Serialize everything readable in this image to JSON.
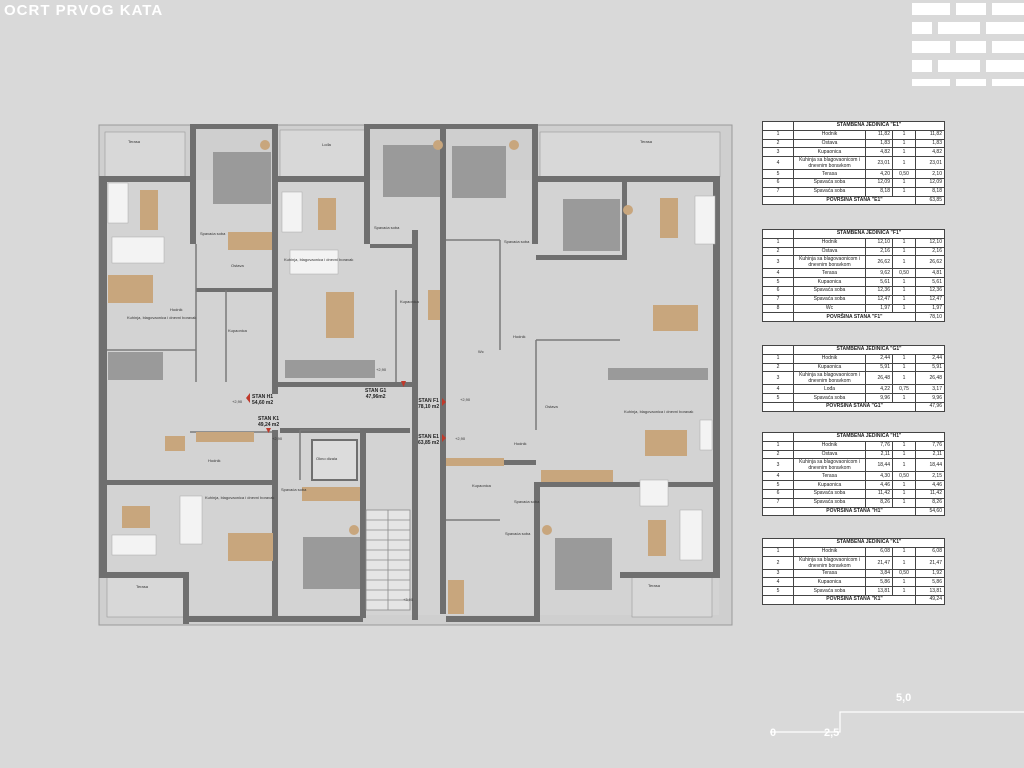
{
  "title": "OCRT PRVOG KATA",
  "colors": {
    "background": "#d9d9d9",
    "wall": "#6f6f6f",
    "floor": "#c9c9c9",
    "wood": "#c8a67d",
    "accent": "#c0392b"
  },
  "scale": {
    "zero": "0",
    "mid": "2,5",
    "max": "5,0"
  },
  "units": [
    {
      "name": "STAN H1",
      "area": "54,60 m2"
    },
    {
      "name": "STAN K1",
      "area": "49,24 m2"
    },
    {
      "name": "STAN G1",
      "area": "47,96m2"
    },
    {
      "name": "STAN F1",
      "area": "78,10 m2"
    },
    {
      "name": "STAN E1",
      "area": "63,85 m2"
    }
  ],
  "room_labels": {
    "terasa_e1": "Terasa",
    "spavaca_k1": "Spavaća soba",
    "loda": "Lođa",
    "spavaca_g1": "Spavaća soba",
    "spavaca_f1": "Spavaća soba",
    "terasa_f1": "Terasa",
    "ostava_k1": "Ostava",
    "kuhinja_g1": "Kuhinja, blagovaonica i dnevni boravak",
    "kupaonica_g1": "Kupaonica",
    "hodnik_h1": "Hodnik",
    "kuhinja_h1": "Kuhinja, blagovaonica i dnevni boravak",
    "kupaonica_k1": "Kupaonica",
    "hodnik_g1": "Hodnik",
    "wc": "Wc",
    "ostava_f1": "Ostava",
    "kuhinja_f1": "Kuhinja, blagovaonica i dnevni boravak",
    "hodnik_k1": "Hodnik",
    "kuhinja_k1": "Kuhinja, blagovaonica i dnevni boravak",
    "spavaca_h1": "Spavaća soba",
    "hodnik_e1": "Hodnik",
    "kupaonica_e1": "Kupaonica",
    "spavaca_e1": "Spavaća soba",
    "terasa_k1": "Terasa",
    "terasa_e1b": "Terasa",
    "okno": "Okno dizala",
    "spavaca_e1b": "Spavaća soba",
    "level_a": "+2,90",
    "level_b": "+2,90",
    "level_c": "+2,90",
    "level_d": "+2,90",
    "level_e": "+2,90",
    "level_f": "+3,90"
  },
  "tables": [
    {
      "header": "STAMBENA JEDINICA \"E1\"",
      "rows": [
        [
          "1",
          "Hodnik",
          "11,82",
          "1",
          "11,82"
        ],
        [
          "2",
          "Ostava",
          "1,83",
          "1",
          "1,83"
        ],
        [
          "3",
          "Kupaonica",
          "4,82",
          "1",
          "4,82"
        ],
        [
          "4",
          "Kuhinja sa blagovaonicom i dnevnim boravkom",
          "23,01",
          "1",
          "23,01"
        ],
        [
          "5",
          "Terasa",
          "4,20",
          "0,50",
          "2,10"
        ],
        [
          "6",
          "Spavaća soba",
          "12,09",
          "1",
          "12,09"
        ],
        [
          "7",
          "Spavaća soba",
          "8,18",
          "1",
          "8,18"
        ]
      ],
      "total_label": "POVRŠINA STANA \"E1\"",
      "total": "63,85"
    },
    {
      "header": "STAMBENA JEDINICA \"F1\"",
      "rows": [
        [
          "1",
          "Hodnik",
          "12,10",
          "1",
          "12,10"
        ],
        [
          "2",
          "Ostava",
          "2,16",
          "1",
          "2,16"
        ],
        [
          "3",
          "Kuhinja sa blagovaonicom i dnevnim boravkom",
          "26,62",
          "1",
          "26,62"
        ],
        [
          "4",
          "Terasa",
          "9,62",
          "0,50",
          "4,81"
        ],
        [
          "5",
          "Kupaonica",
          "5,61",
          "1",
          "5,61"
        ],
        [
          "6",
          "Spavaća soba",
          "12,36",
          "1",
          "12,36"
        ],
        [
          "7",
          "Spavaća soba",
          "12,47",
          "1",
          "12,47"
        ],
        [
          "8",
          "Wc",
          "1,97",
          "1",
          "1,97"
        ]
      ],
      "total_label": "POVRŠINA STANA \"F1\"",
      "total": "78,10"
    },
    {
      "header": "STAMBENA JEDINICA \"G1\"",
      "rows": [
        [
          "1",
          "Hodnik",
          "2,44",
          "1",
          "2,44"
        ],
        [
          "2",
          "Kupaonica",
          "5,91",
          "1",
          "5,91"
        ],
        [
          "3",
          "Kuhinja sa blagovaonicom i dnevnim boravkom",
          "26,48",
          "1",
          "26,48"
        ],
        [
          "4",
          "Lođa",
          "4,22",
          "0,75",
          "3,17"
        ],
        [
          "5",
          "Spavaća soba",
          "9,96",
          "1",
          "9,96"
        ]
      ],
      "total_label": "POVRŠINA STANA \"G1\"",
      "total": "47,96"
    },
    {
      "header": "STAMBENA JEDINICA \"H1\"",
      "rows": [
        [
          "1",
          "Hodnik",
          "7,76",
          "1",
          "7,76"
        ],
        [
          "2",
          "Ostava",
          "2,11",
          "1",
          "2,11"
        ],
        [
          "3",
          "Kuhinja sa blagovaonicom i dnevnim boravkom",
          "18,44",
          "1",
          "18,44"
        ],
        [
          "4",
          "Terasa",
          "4,30",
          "0,50",
          "2,15"
        ],
        [
          "5",
          "Kupaonica",
          "4,46",
          "1",
          "4,46"
        ],
        [
          "6",
          "Spavaća soba",
          "11,42",
          "1",
          "11,42"
        ],
        [
          "7",
          "Spavaća soba",
          "8,26",
          "1",
          "8,26"
        ]
      ],
      "total_label": "POVRŠINA STANA \"H1\"",
      "total": "54,60"
    },
    {
      "header": "STAMBENA JEDINICA \"K1\"",
      "rows": [
        [
          "1",
          "Hodnik",
          "6,08",
          "1",
          "6,08"
        ],
        [
          "2",
          "Kuhinja sa blagovaonicom i dnevnim boravkom",
          "21,47",
          "1",
          "21,47"
        ],
        [
          "3",
          "Terasa",
          "3,84",
          "0,50",
          "1,92"
        ],
        [
          "4",
          "Kupaonica",
          "5,86",
          "1",
          "5,86"
        ],
        [
          "5",
          "Spavaća soba",
          "13,81",
          "1",
          "13,81"
        ]
      ],
      "total_label": "POVRŠINA STANA \"K1\"",
      "total": "49,24"
    }
  ]
}
